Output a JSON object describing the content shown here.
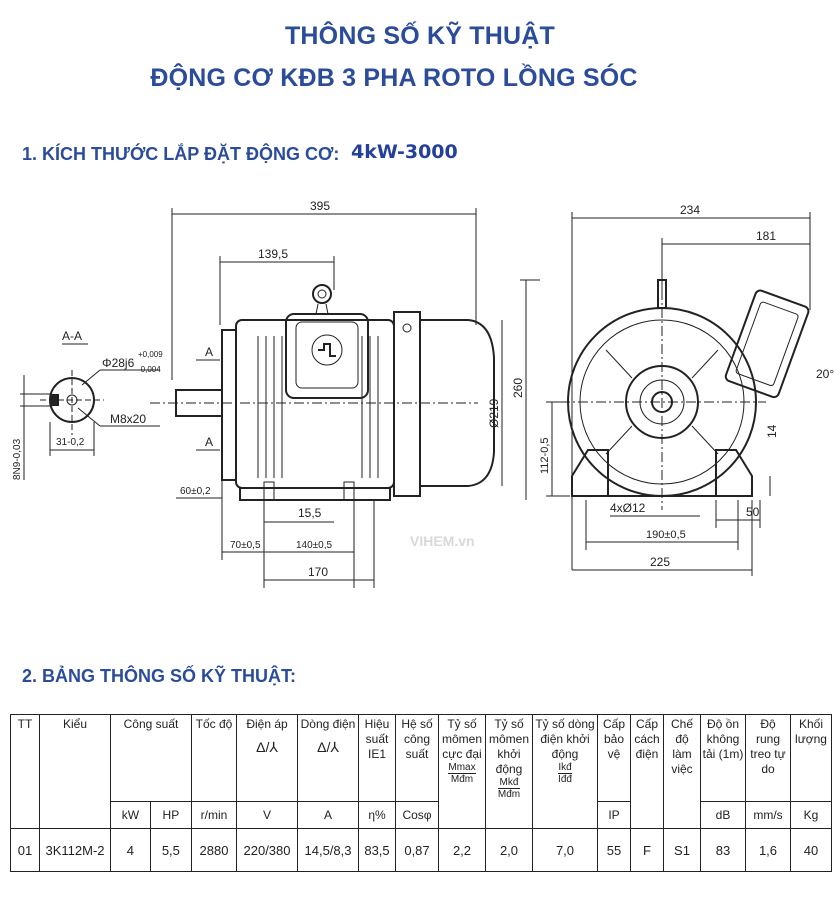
{
  "header": {
    "title_line1": "THÔNG SỐ KỸ THUẬT",
    "title_line2": "ĐỘNG CƠ KĐB 3 PHA ROTO LỒNG SÓC"
  },
  "section1": {
    "title": "1. KÍCH THƯỚC LẮP ĐẶT ĐỘNG CƠ:",
    "model": "4kW-3000"
  },
  "drawing": {
    "section_label": "A-A",
    "section_mark": "A",
    "shaft_fit": "Φ28j6",
    "tol_upper": "+0,009",
    "tol_lower": "-0,004",
    "thread": "M8x20",
    "key_width": "8N9-0,03",
    "key_depth": "31-0,2",
    "dim_length": "395",
    "dim_139": "139,5",
    "dim_diameter": "Ø219",
    "dim_height": "260",
    "dim_60": "60±0,2",
    "dim_15": "15,5",
    "dim_70": "70±0,5",
    "dim_140": "140±0,5",
    "dim_170": "170",
    "dim_width": "234",
    "dim_181": "181",
    "dim_angle": "20°",
    "dim_shaft_height": "112-0,5",
    "dim_14": "14",
    "dim_holes": "4xØ12",
    "dim_50": "50",
    "dim_190": "190±0,5",
    "dim_225": "225",
    "watermark": "VIHEM.vn"
  },
  "section2": {
    "title": "2. BẢNG THÔNG SỐ KỸ THUẬT:"
  },
  "table": {
    "headers": {
      "tt": "TT",
      "kieu": "Kiểu",
      "cong_suat": "Công suất",
      "toc_do": "Tốc độ",
      "dien_ap": "Điện áp",
      "dong_dien": "Dòng điện",
      "hieu_suat": "Hiệu suất IE1",
      "he_so": "Hệ số công suất",
      "ty_so_max": "Tỷ số mômen cực đại",
      "ty_so_kd": "Tỷ số mômen khởi động",
      "ty_so_dong": "Tỷ số dòng điện khởi động",
      "cap_bao_ve": "Cấp bảo vệ",
      "cap_cach_dien": "Cấp cách điện",
      "che_do": "Chế độ làm việc",
      "do_on": "Độ ồn không tải (1m)",
      "do_rung": "Độ rung treo tự do",
      "khoi_luong": "Khối lượng",
      "delta_y": "Δ/⅄",
      "mmax": "Mmax",
      "mkd": "Mkđ",
      "mdm": "Mđm",
      "ikd": "Ikđ",
      "idd": "Iđđ"
    },
    "units": [
      "kW",
      "HP",
      "r/min",
      "V",
      "A",
      "η%",
      "Cosφ",
      "IP",
      "dB",
      "mm/s",
      "Kg"
    ],
    "row": {
      "tt": "01",
      "kieu": "3K112M-2",
      "kw": "4",
      "hp": "5,5",
      "speed": "2880",
      "voltage": "220/380",
      "current": "14,5/8,3",
      "efficiency": "83,5",
      "cos": "0,87",
      "mmax": "2,2",
      "mkd": "2,0",
      "ikd": "7,0",
      "ip": "55",
      "insulation": "F",
      "duty": "S1",
      "noise": "83",
      "vibration": "1,6",
      "weight": "40"
    }
  }
}
